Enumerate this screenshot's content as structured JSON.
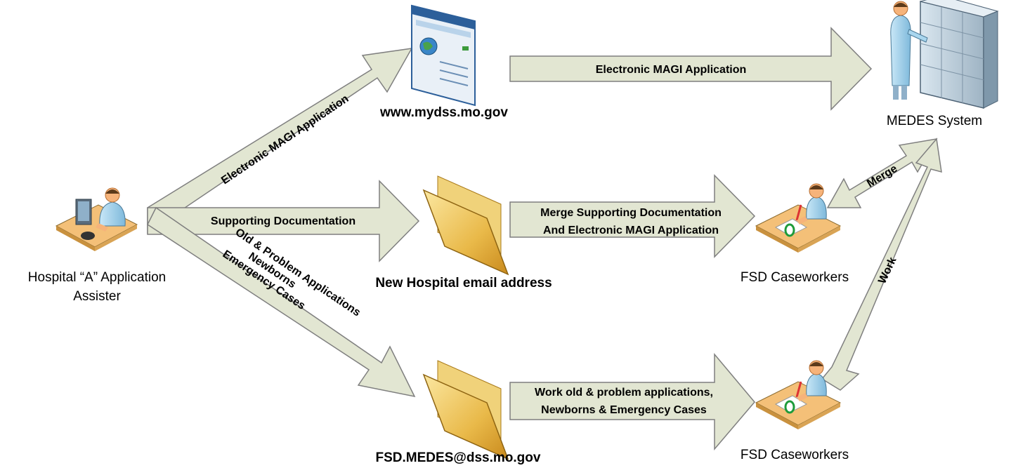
{
  "nodes": {
    "assister_line1": "Hospital “A” Application",
    "assister_line2": "Assister",
    "website": "www.mydss.mo.gov",
    "medes": "MEDES System",
    "email_new": "New Hospital email address",
    "email_fsd": "FSD.MEDES@dss.mo.gov",
    "caseworkers_top": "FSD Caseworkers",
    "caseworkers_bottom": "FSD Caseworkers"
  },
  "arrows": {
    "to_website": "Electronic MAGI Application",
    "website_to_medes": "Electronic MAGI Application",
    "supporting_docs": "Supporting Documentation",
    "old_problem": "Old & Problem Applications",
    "newborns": "Newborns",
    "emergency": "Emergency Cases",
    "merge_line1": "Merge Supporting Documentation",
    "merge_line2": "And Electronic MAGI Application",
    "work_line1": "Work old & problem applications,",
    "work_line2": "Newborns & Emergency Cases",
    "merge": "Merge",
    "work": "Work"
  },
  "colors": {
    "arrow_fill": "#e2e6d2",
    "arrow_stroke": "#7f7f7f",
    "person_shirt": "#a9d6ee",
    "skin": "#f6b37a",
    "desk": "#f4c078",
    "folder": "#e9b949"
  }
}
